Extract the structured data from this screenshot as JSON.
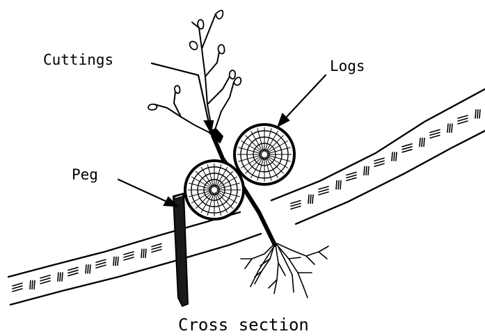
{
  "labels": {
    "cuttings": "Cuttings",
    "logs": "Logs",
    "peg": "Peg"
  },
  "caption": "Cross section",
  "colors": {
    "ink": "#000000",
    "paper": "#ffffff"
  }
}
